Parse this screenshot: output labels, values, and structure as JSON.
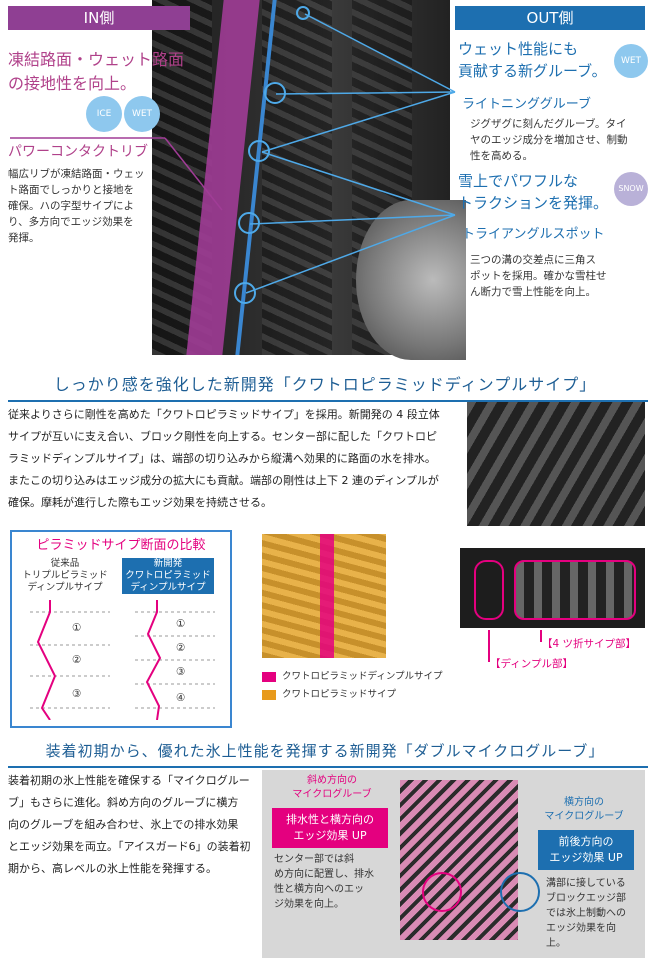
{
  "top": {
    "in_label": "IN側",
    "out_label": "OUT側",
    "in_title": "凍結路面・ウェット路面の接地性を向上。",
    "in_title_l1": "凍結路面・ウェット路面",
    "in_title_l2": "の接地性を向上。",
    "ice": "ICE",
    "wet": "WET",
    "power_title": "パワーコンタクトリブ",
    "power_l1": "幅広リブが凍結路面・ウェッ",
    "power_l2": "ト路面でしっかりと接地を",
    "power_l3": "確保。ハの字型サイプによ",
    "power_l4": "り、多方向でエッジ効果を",
    "power_l5": "発揮。",
    "out_title_l1": "ウェット性能にも",
    "out_title_l2": "貢献する新グルーブ。",
    "wet2": "WET",
    "lightning_title": "ライトニンググルーブ",
    "lightning_l1": "ジグザグに刻んだグルーブ。タイ",
    "lightning_l2": "ヤのエッジ成分を増加させ、制動",
    "lightning_l3": "性を高める。",
    "snow_title_l1": "雪上でパワフルな",
    "snow_title_l2": "トラクションを発揮。",
    "snow": "SNOW",
    "tri_title": "トライアングルスポット",
    "tri_l1": "三つの溝の交差点に三角ス",
    "tri_l2": "ポットを採用。確かな雪柱せ",
    "tri_l3": "ん断力で雪上性能を向上。"
  },
  "sec2": {
    "heading": "しっかり感を強化した新開発「クワトロピラミッドディンプルサイプ」",
    "l1": "従来よりさらに剛性を高めた「クワトロピラミッドサイプ」を採用。新開発の 4 段立体",
    "l2": "サイプが互いに支え合い、ブロック剛性を向上する。センター部に配した「クワトロピ",
    "l3": "ラミッドディンプルサイプ」は、端部の切り込みから縦溝へ効果的に路面の水を排水。",
    "l4": "またこの切り込みはエッジ成分の拡大にも貢献。端部の剛性は上下 2 連のディンプルが",
    "l5": "確保。摩耗が進行した際もエッジ効果を持続させる。",
    "compare_title": "ピラミッドサイプ断面の比較",
    "old_l1": "従来品",
    "old_l2": "トリプルピラミッド",
    "old_l3": "ディンプルサイプ",
    "new_l1": "新開発",
    "new_l2": "クワトロピラミッド",
    "new_l3": "ディンプルサイプ",
    "n1": "①",
    "n2": "②",
    "n3": "③",
    "n4": "④",
    "legend_pink": "クワトロピラミッドディンプルサイプ",
    "legend_orange": "クワトロピラミッドサイプ",
    "fold_label": "【4 ツ折サイプ部】",
    "dimple_label": "【ディンプル部】"
  },
  "sec3": {
    "heading": "装着初期から、優れた氷上性能を発揮する新開発「ダブルマイクログルーブ」",
    "l1": "装着初期の氷上性能を確保する「マイクログルー",
    "l2": "ブ」もさらに進化。斜め方向のグルーブに横方",
    "l3": "向のグルーブを組み合わせ、氷上での排水効果",
    "l4": "とエッジ効果を両立。「アイスガード6」の装着初",
    "l5": "期から、高レベルの氷上性能を発揮する。",
    "diag_l1": "斜め方向の",
    "diag_l2": "マイクログルーブ",
    "diag_tag_l1": "排水性と横方向の",
    "diag_tag_l2": "エッジ効果 UP",
    "diag_d1": "センター部では斜",
    "diag_d2": "め方向に配置し、排水",
    "diag_d3": "性と横方向へのエッ",
    "diag_d4": "ジ効果を向上。",
    "horiz_l1": "横方向の",
    "horiz_l2": "マイクログルーブ",
    "horiz_tag_l1": "前後方向の",
    "horiz_tag_l2": "エッジ効果 UP",
    "horiz_d1": "溝部に接している",
    "horiz_d2": "ブロックエッジ部",
    "horiz_d3": "では氷上制動への",
    "horiz_d4": "エッジ効果を向",
    "horiz_d5": "上。"
  },
  "colors": {
    "magenta": "#e4007f",
    "purple": "#8f3f93",
    "blue": "#1d6fb0",
    "orange": "#e89a1c"
  }
}
